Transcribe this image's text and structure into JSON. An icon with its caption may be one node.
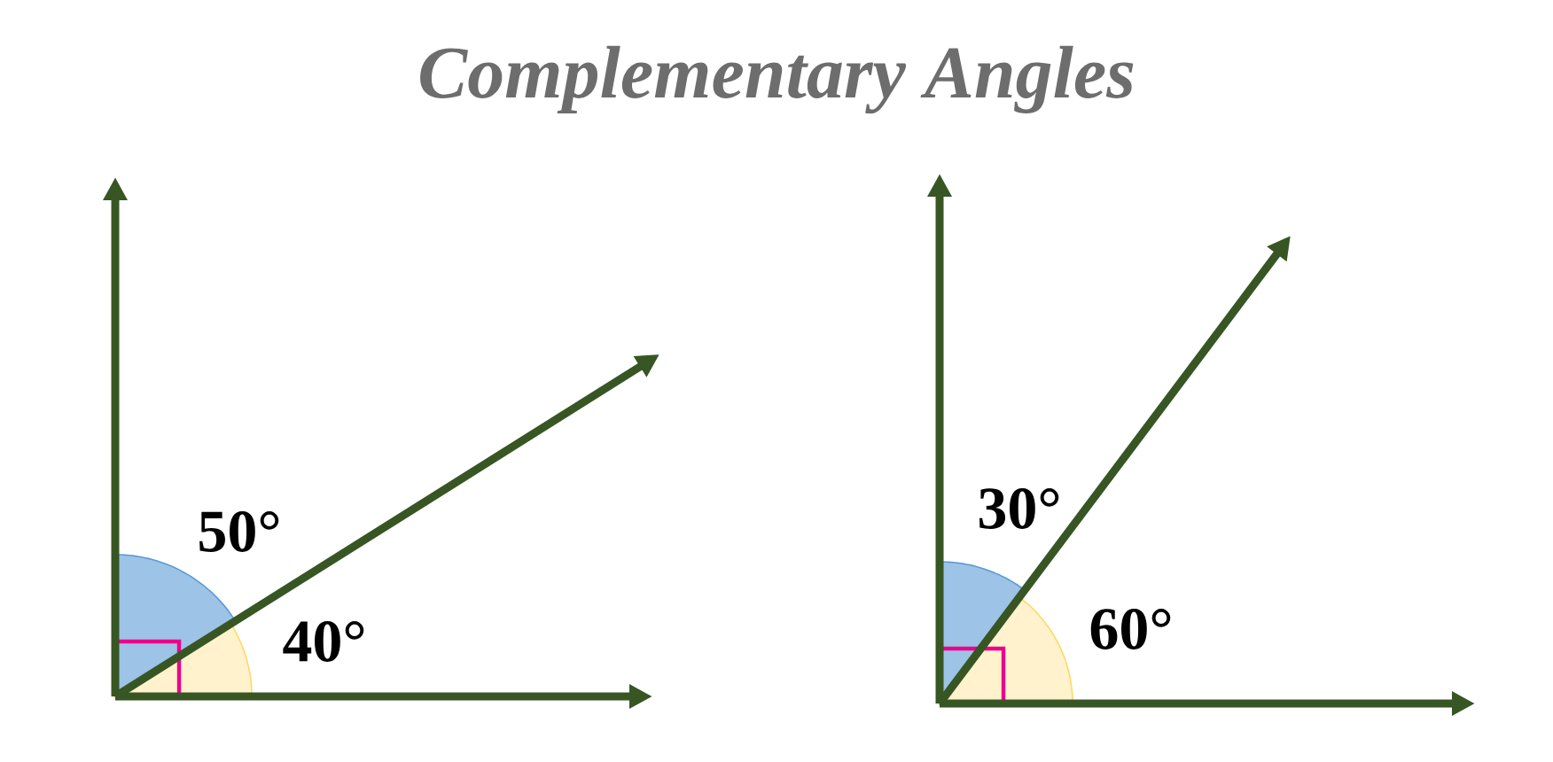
{
  "diagram": {
    "title": "Complementary Angles",
    "labels": [
      "50°",
      "40°",
      "30°",
      "60°"
    ]
  }
}
